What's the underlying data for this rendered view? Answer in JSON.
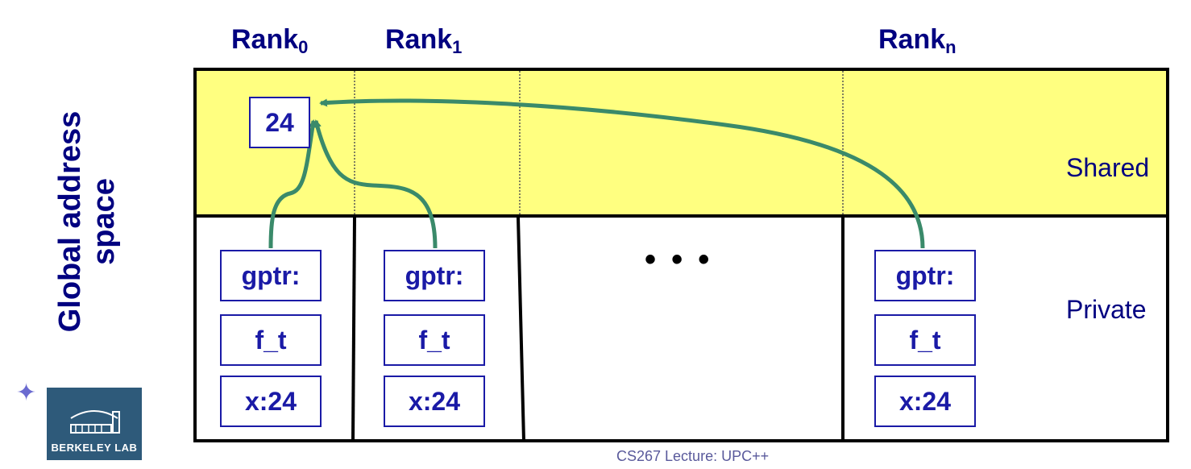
{
  "ranks": [
    {
      "base": "Rank",
      "sub": "0"
    },
    {
      "base": "Rank",
      "sub": "1"
    },
    {
      "base": "Rank",
      "sub": "n"
    }
  ],
  "side_label_line1": "Global address",
  "side_label_line2": "space",
  "shared_label": "Shared",
  "private_label": "Private",
  "shared_value": "24",
  "ellipsis": "• • •",
  "columns": [
    {
      "gptr": "gptr:",
      "type": "f_t",
      "x": "x:24"
    },
    {
      "gptr": "gptr:",
      "type": "f_t",
      "x": "x:24"
    },
    {
      "gptr": "gptr:",
      "type": "f_t",
      "x": "x:24"
    }
  ],
  "footer": "CS267 Lecture: UPC++",
  "logo_text": "BERKELEY LAB",
  "colors": {
    "shared_fill": "#ffff80",
    "arrow": "#3a8a6a",
    "text_blue": "#1a1aa6",
    "title_blue": "#000080"
  }
}
